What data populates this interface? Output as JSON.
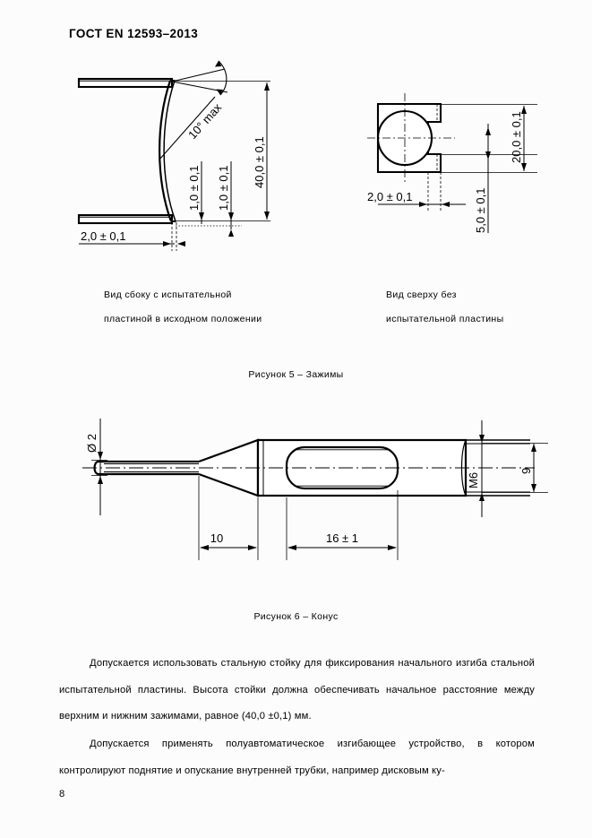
{
  "document": {
    "header": "ГОСТ EN 12593–2013",
    "page_number": "8"
  },
  "figure5": {
    "title": "Рисунок 5 – Зажимы",
    "views": {
      "side_caption_line1": "Вид сбоку с испытательной",
      "side_caption_line2": "пластиной в исходном положении",
      "top_caption_line1": "Вид сверху без",
      "top_caption_line2": "испытательной пластины"
    },
    "dimensions": {
      "angle_max": "10° max",
      "gap_upper": "1,0 ± 0,1",
      "gap_lower": "1,0 ± 0,1",
      "height_total": "40,0 ± 0,1",
      "plate_thickness": "2,0 ± 0,1",
      "top_width": "20,0 ± 0,1",
      "top_slot": "5,0 ± 0,1",
      "top_plate_thickness": "2,0 ± 0,1"
    }
  },
  "figure6": {
    "title": "Рисунок 6 – Конус",
    "dimensions": {
      "tube_diameter": "Ø 2",
      "cone_length": "10",
      "body_length": "16 ± 1",
      "thread": "M6",
      "body_diameter": "9"
    }
  },
  "body": {
    "paragraph_1": "Допускается использовать стальную стойку для фиксирования начального изгиба стальной испытательной пластины. Высота стойки должна обеспечивать начальное расстояние между верхним и нижним зажимами, равное (40,0 ±0,1) мм.",
    "paragraph_2": "Допускается применять полуавтоматическое изгибающее устройство, в котором контролируют поднятие и опускание внутренней трубки, например дисковым ку-"
  },
  "colors": {
    "ink": "#000000",
    "paper": "#fcfcfc",
    "thin_line": "#1a1a1a"
  }
}
